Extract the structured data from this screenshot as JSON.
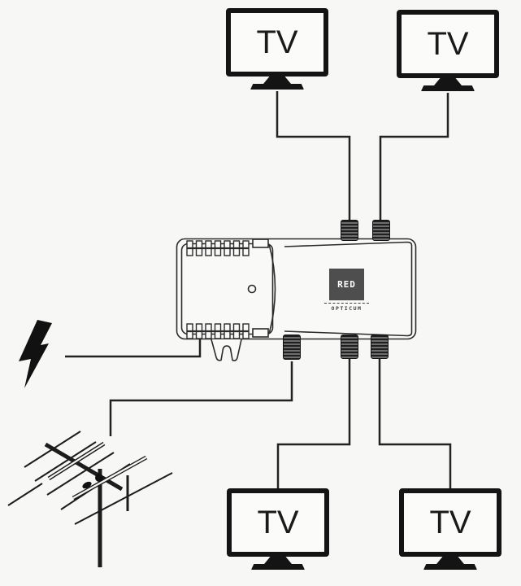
{
  "diagram": {
    "type": "antenna-amplifier-connection-diagram",
    "device": {
      "name": "signal-amplifier-splitter",
      "logo_square_text": "RED",
      "brand_text": "OPTICUM",
      "ports": {
        "top_outputs": 2,
        "bottom_outputs": 2,
        "antenna_input": 1
      }
    },
    "tvs": [
      {
        "label": "TV",
        "position": "top-left"
      },
      {
        "label": "TV",
        "position": "top-right"
      },
      {
        "label": "TV",
        "position": "bottom-left"
      },
      {
        "label": "TV",
        "position": "bottom-right"
      }
    ],
    "icons": {
      "power": "lightning-bolt-icon",
      "antenna": "yagi-antenna-icon",
      "connector": "f-connector",
      "tv": "tv-set-icon"
    },
    "connections": [
      "power -> amplifier",
      "antenna -> amplifier input",
      "amplifier top output 1 -> TV top-left",
      "amplifier top output 2 -> TV top-right",
      "amplifier bottom output 1 -> TV bottom-left",
      "amplifier bottom output 2 -> TV bottom-right"
    ],
    "colors": {
      "background": "#f7f7f5",
      "line": "#222222",
      "tv_border": "#141414",
      "connector_dark": "#1f1f1f",
      "connector_light": "#6d6d6d",
      "logo_bg": "#4e4e4e",
      "logo_text": "#ffffff"
    }
  }
}
